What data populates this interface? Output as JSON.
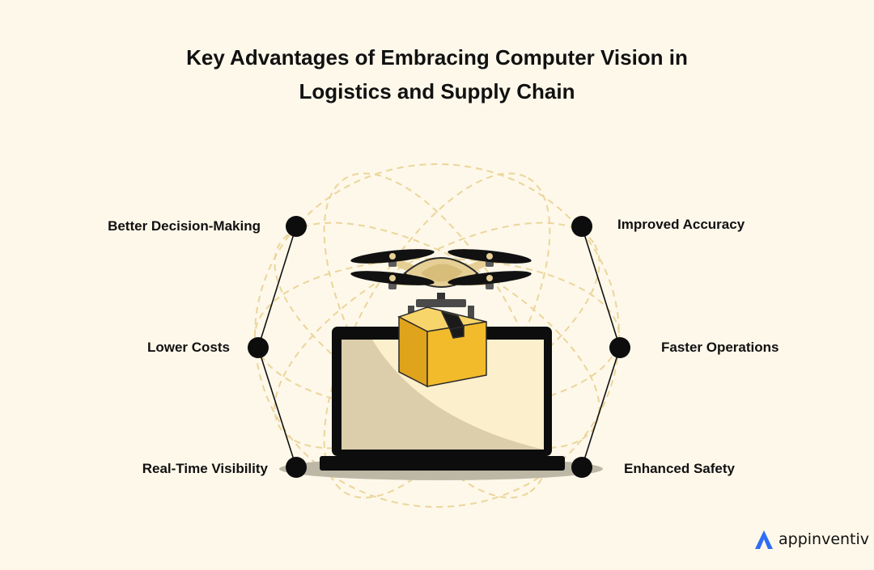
{
  "title": {
    "line1": "Key Advantages of Embracing Computer Vision in",
    "line2": "Logistics and Supply Chain"
  },
  "advantages": {
    "left": [
      "Better Decision-Making",
      "Lower Costs",
      "Real-Time Visibility"
    ],
    "right": [
      "Improved Accuracy",
      "Faster Operations",
      "Enhanced Safety"
    ]
  },
  "illustration": {
    "drone_icon": "drone-icon",
    "package_icon": "package-box-icon",
    "laptop_icon": "laptop-icon"
  },
  "brand": {
    "logo_text": "appinventiv",
    "logo_icon": "appinventiv-a-icon",
    "accent": "#2f6df6"
  },
  "colors": {
    "background": "#fdf8ea",
    "orbit": "#ecd59a",
    "box": "#f2bb2b",
    "drone": "#e6cf95",
    "laptop_frame": "#0d0d0d",
    "screen_light": "#fcefcb",
    "screen_dark": "#dcceab"
  }
}
